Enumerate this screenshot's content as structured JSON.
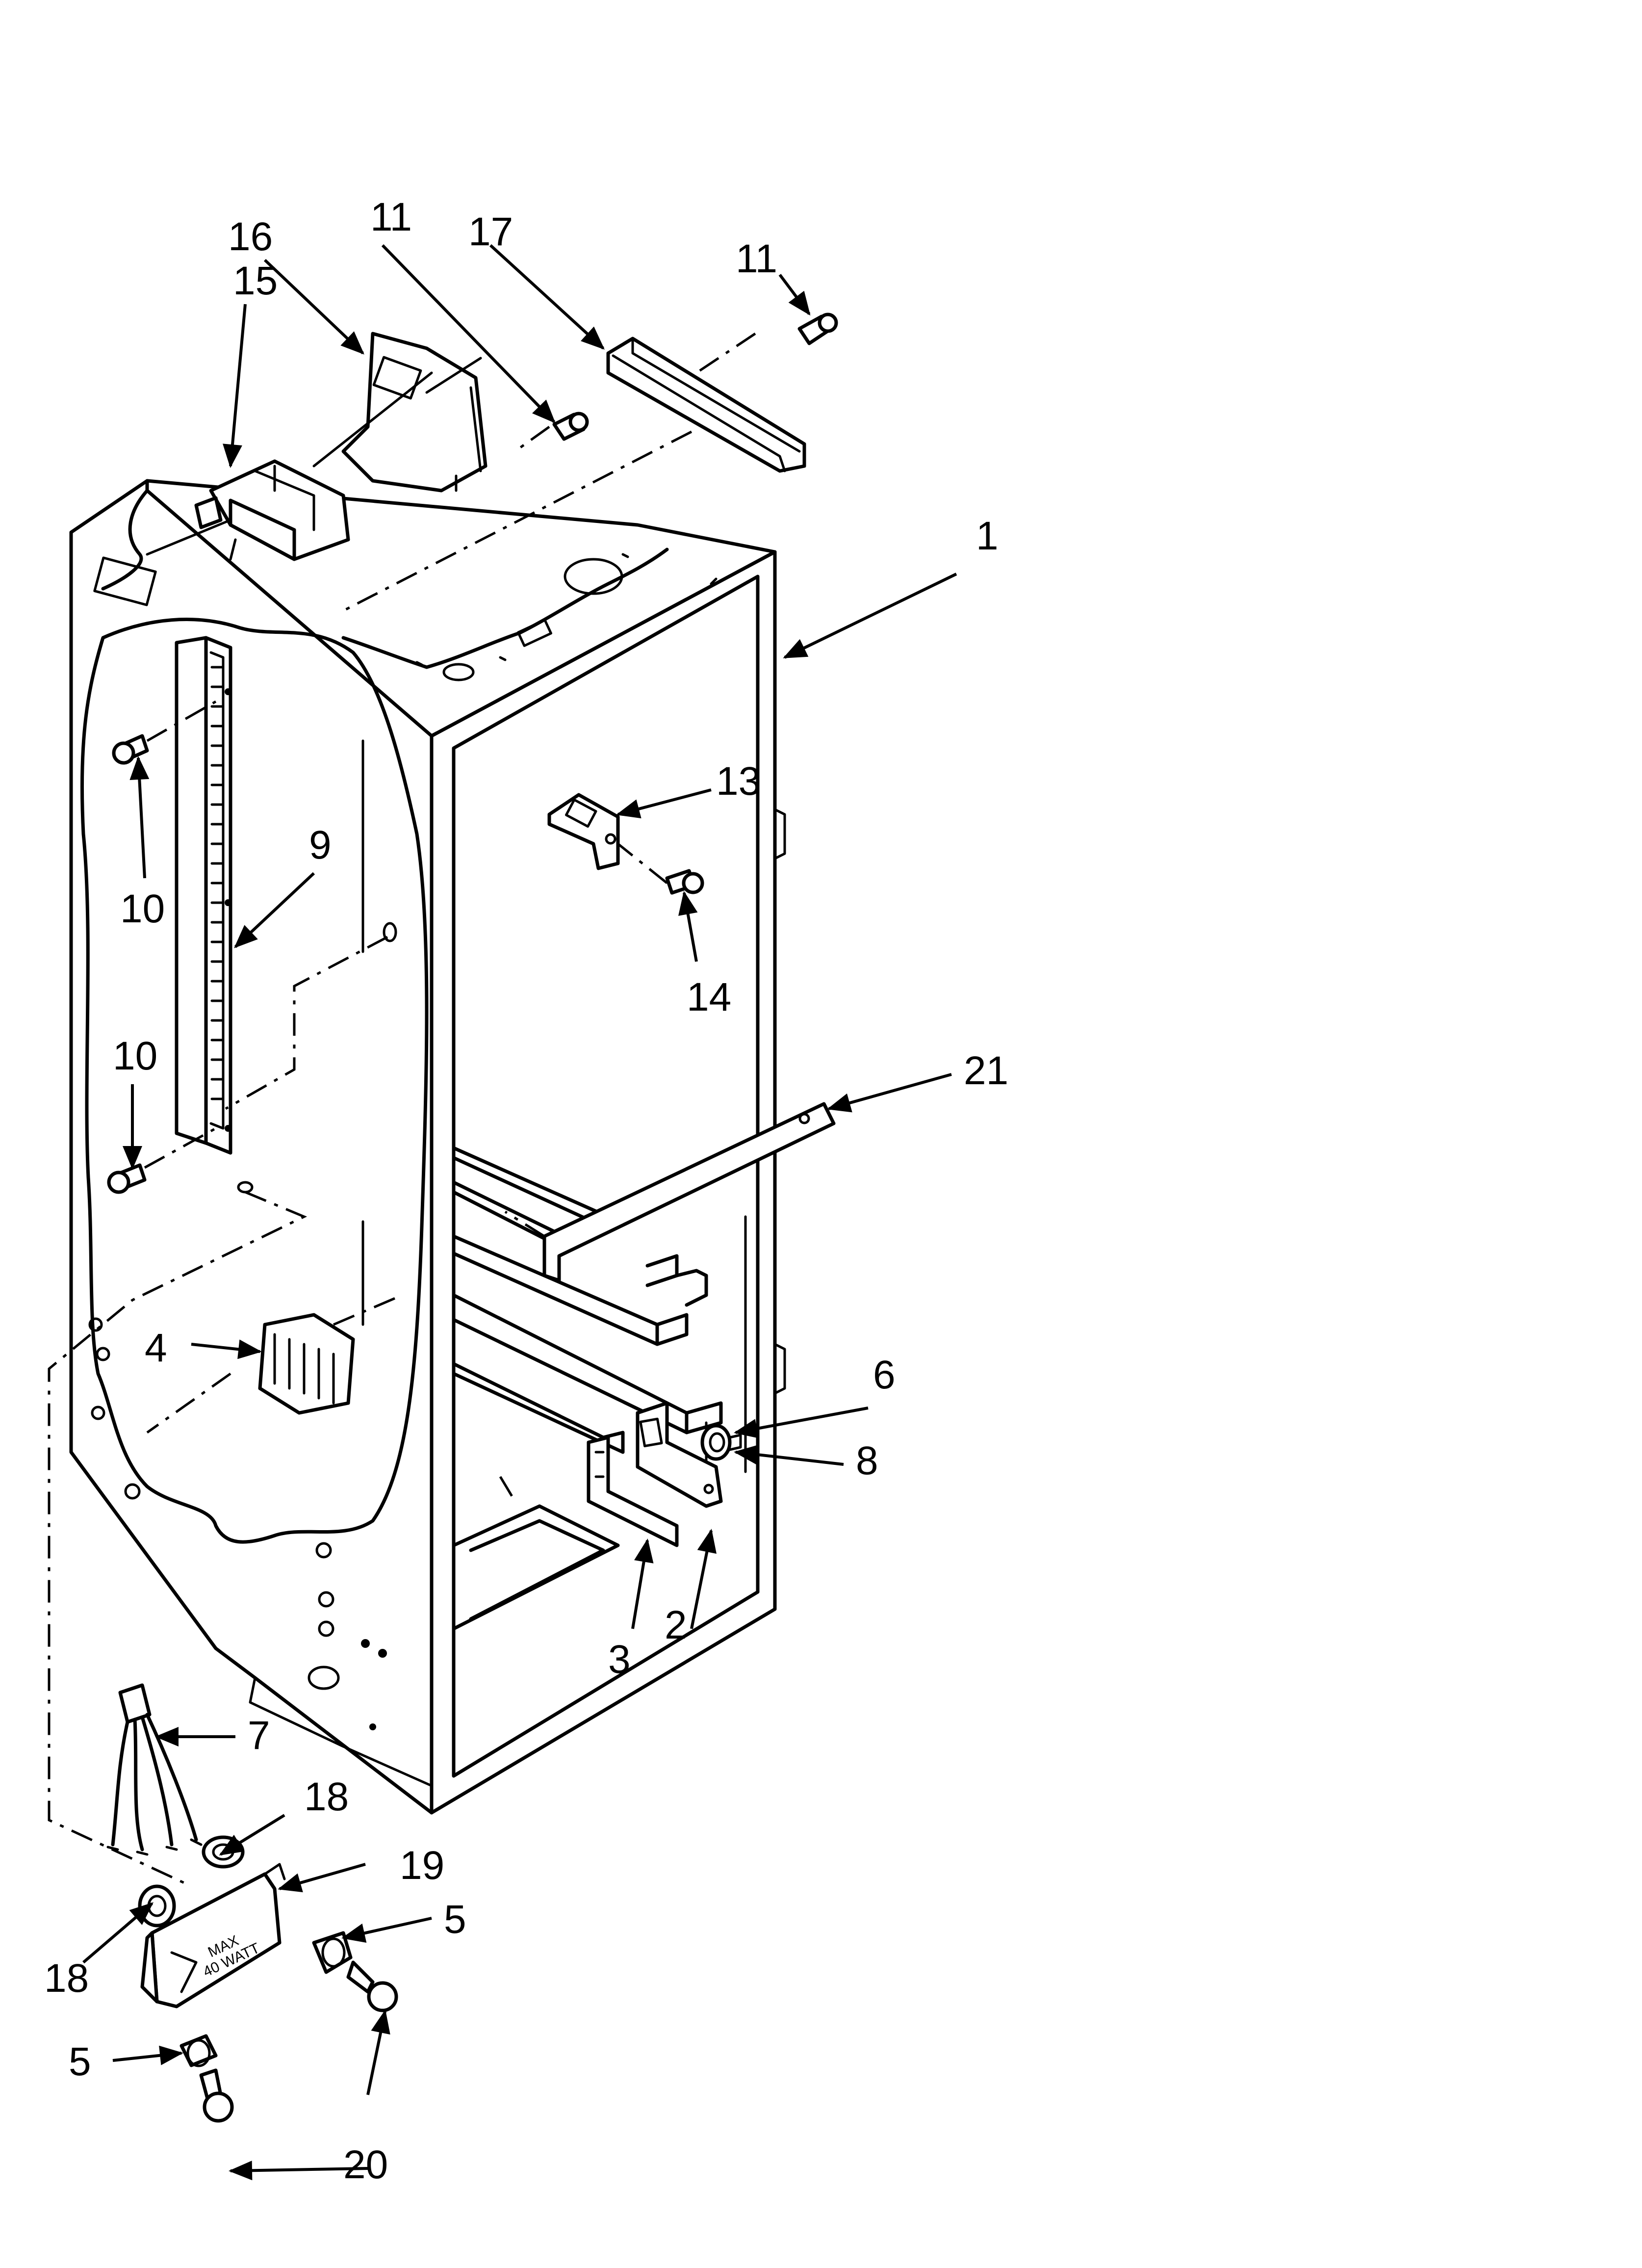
{
  "callouts": {
    "c1": "1",
    "c2": "2",
    "c3": "3",
    "c4": "4",
    "c5a": "5",
    "c5b": "5",
    "c6": "6",
    "c7": "7",
    "c8": "8",
    "c9": "9",
    "c10a": "10",
    "c10b": "10",
    "c11a": "11",
    "c11b": "11",
    "c13": "13",
    "c14": "14",
    "c15": "15",
    "c16": "16",
    "c17": "17",
    "c18a": "18",
    "c18b": "18",
    "c19": "19",
    "c20": "20",
    "c21": "21"
  },
  "part_markings": {
    "light_housing_max": "MAX",
    "light_housing_watt": "40 WATT"
  }
}
